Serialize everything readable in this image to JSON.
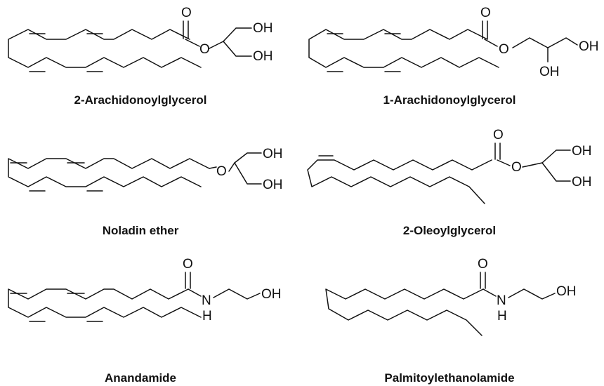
{
  "molecules": [
    {
      "name": "2-Arachidonoylglycerol",
      "atoms": {
        "carbonyl_o": "O",
        "ester_o": "O",
        "hydroxyl_a": "OH",
        "hydroxyl_b": "OH"
      }
    },
    {
      "name": "1-Arachidonoylglycerol",
      "atoms": {
        "carbonyl_o": "O",
        "ester_o": "O",
        "hydroxyl_a": "OH",
        "hydroxyl_b": "OH"
      }
    },
    {
      "name": "Noladin ether",
      "atoms": {
        "ether_o": "O",
        "hydroxyl_a": "OH",
        "hydroxyl_b": "OH"
      }
    },
    {
      "name": "2-Oleoylglycerol",
      "atoms": {
        "carbonyl_o": "O",
        "ester_o": "O",
        "hydroxyl_a": "OH",
        "hydroxyl_b": "OH"
      }
    },
    {
      "name": "Anandamide",
      "atoms": {
        "carbonyl_o": "O",
        "amide_n": "N",
        "amide_h": "H",
        "hydroxyl_a": "OH"
      }
    },
    {
      "name": "Palmitoylethanolamide",
      "atoms": {
        "carbonyl_o": "O",
        "amide_n": "N",
        "amide_h": "H",
        "hydroxyl_a": "OH"
      }
    }
  ]
}
